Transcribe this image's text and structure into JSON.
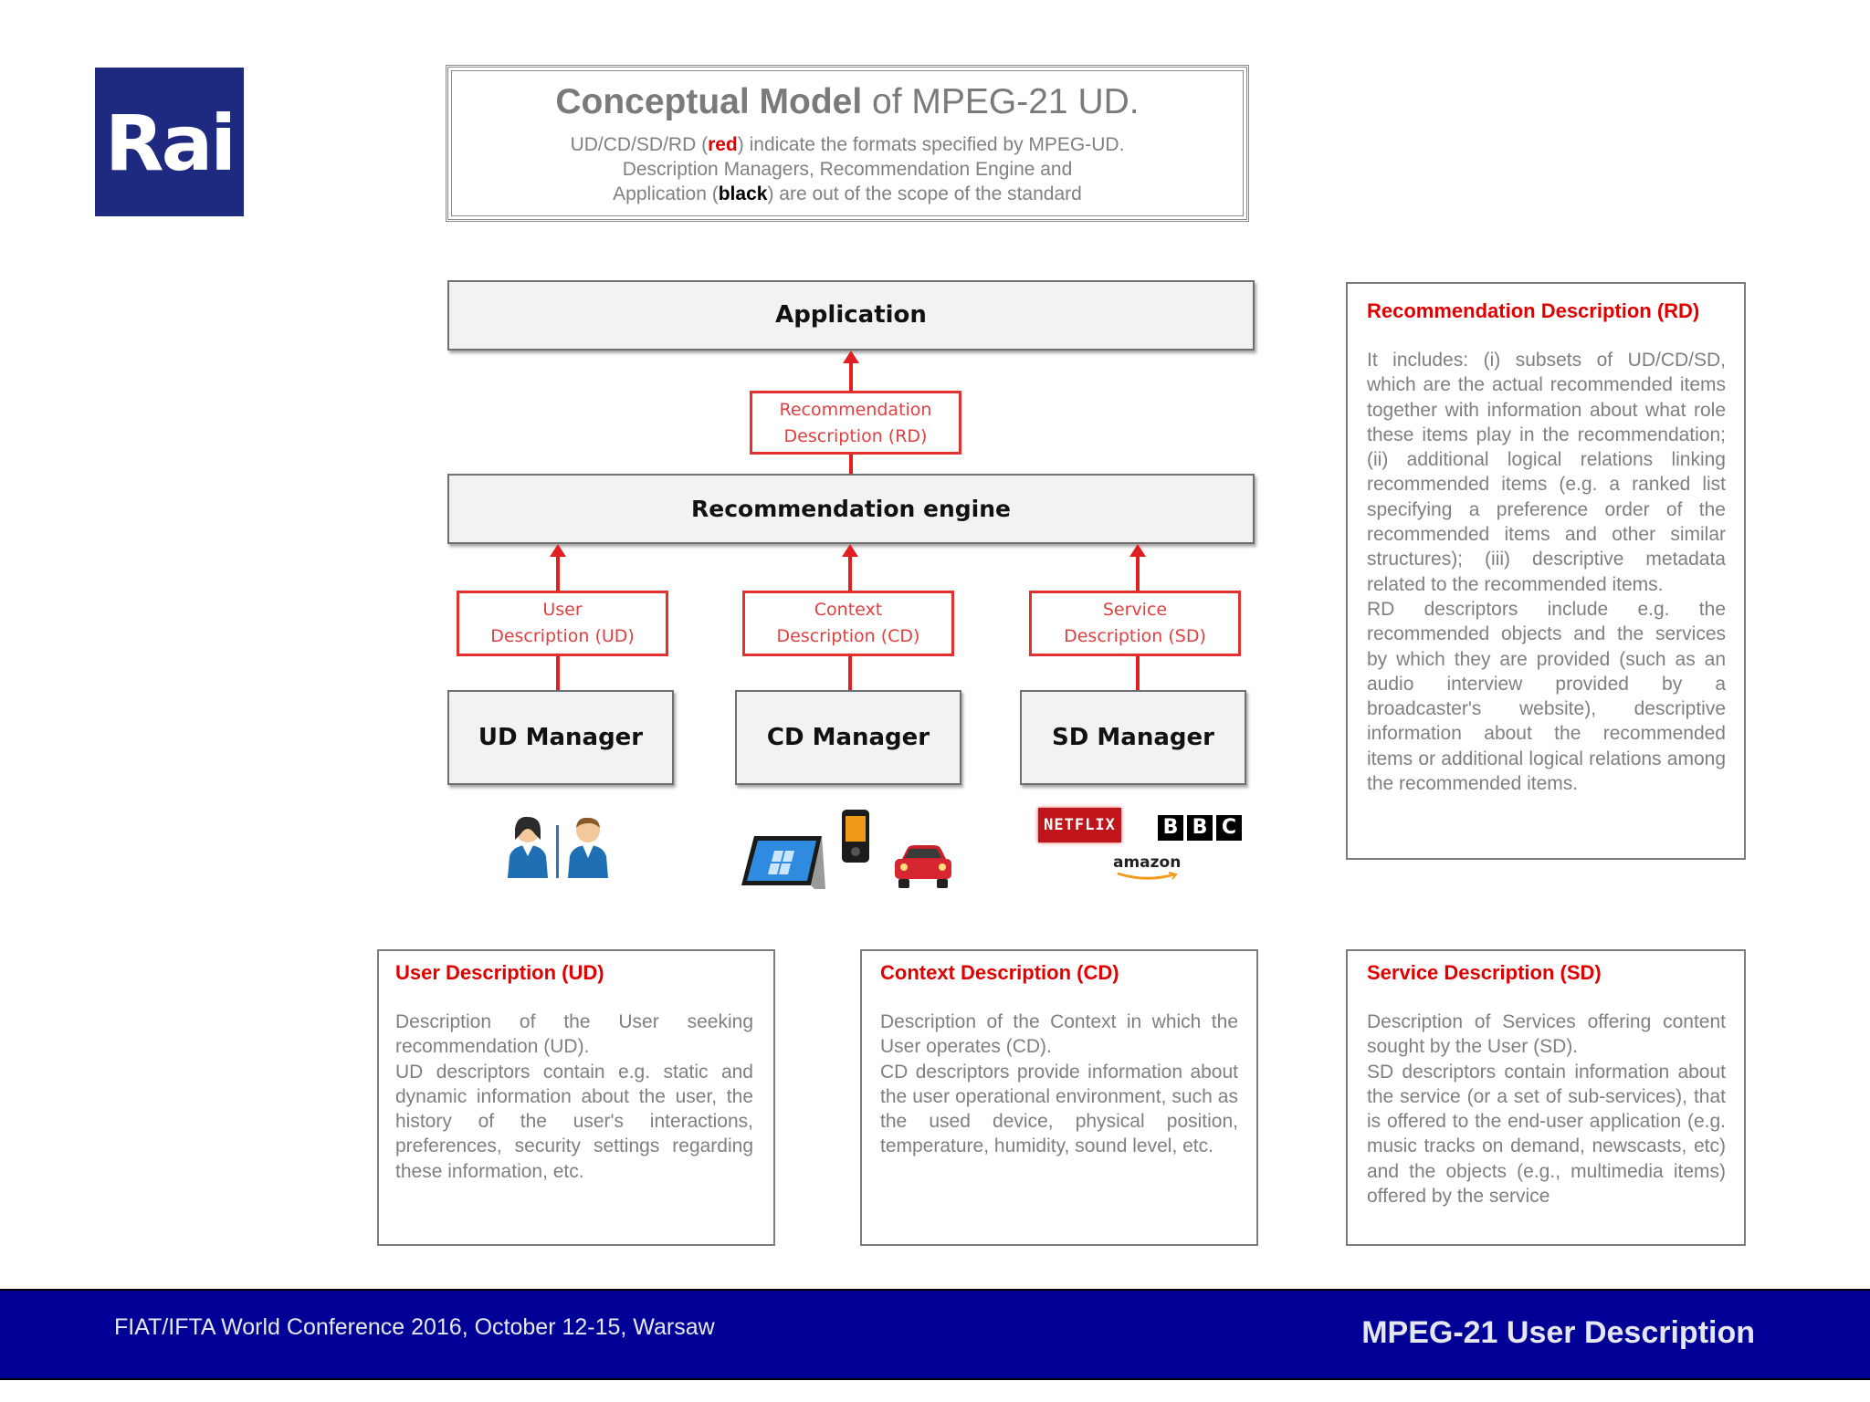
{
  "logo": {
    "text": "Rai"
  },
  "title": {
    "bold": "Conceptual Model",
    "rest": " of MPEG-21 UD.",
    "line1_pre": "UD/CD/SD/RD (",
    "line1_red": "red",
    "line1_post": ") indicate the formats specified by MPEG-UD.",
    "line2": "Description Managers, Recommendation Engine and",
    "line3_pre": "Application (",
    "line3_black": "black",
    "line3_post": ") are out of the scope of the standard"
  },
  "diagram": {
    "application": "Application",
    "rd_box": [
      "Recommendation",
      "Description (RD)"
    ],
    "engine": "Recommendation engine",
    "ud_box": [
      "User",
      "Description (UD)"
    ],
    "cd_box": [
      "Context",
      "Description (CD)"
    ],
    "sd_box": [
      "Service",
      "Description (SD)"
    ],
    "ud_manager": "UD Manager",
    "cd_manager": "CD Manager",
    "sd_manager": "SD Manager",
    "logos": {
      "netflix": "NETFLIX",
      "bbc": [
        "B",
        "B",
        "C"
      ],
      "amazon": "amazon"
    }
  },
  "panels": {
    "rd": {
      "title": "Recommendation Description (RD)",
      "p1": "It includes: (i) subsets of UD/CD/SD, which are the actual recommended items together with information about what role these items play in the recommendation; (ii) additional logical relations linking recommended items (e.g. a ranked list specifying a preference order of the recommended items and other similar structures); (iii) descriptive metadata related to the recommended items.",
      "p2": "RD descriptors include e.g. the recommended objects and the services by which they are provided (such as an audio interview provided by a broadcaster's website), descriptive information about the recommended items or additional logical relations among the recommended items."
    },
    "ud": {
      "title": "User Description (UD)",
      "p1": "Description of the User seeking recommendation (UD).",
      "p2": "UD descriptors contain e.g. static and dynamic information about the user, the history of the user's interactions, preferences, security settings regarding these information, etc."
    },
    "cd": {
      "title": "Context Description (CD)",
      "p1": "Description of the Context in which the User operates (CD).",
      "p2": "CD descriptors provide information about the user operational environment, such as the used device, physical position, temperature, humidity, sound level, etc."
    },
    "sd": {
      "title": "Service Description (SD)",
      "p1": "Description of Services offering content sought by the User (SD).",
      "p2": "SD descriptors contain information about the service (or a set of sub-services), that is offered to the end-user application (e.g. music tracks on demand, newscasts, etc) and the objects (e.g., multimedia items) offered by the service"
    }
  },
  "footer": {
    "left": "FIAT/IFTA World Conference 2016, October 12-15, Warsaw",
    "right": "MPEG-21 User Description"
  }
}
